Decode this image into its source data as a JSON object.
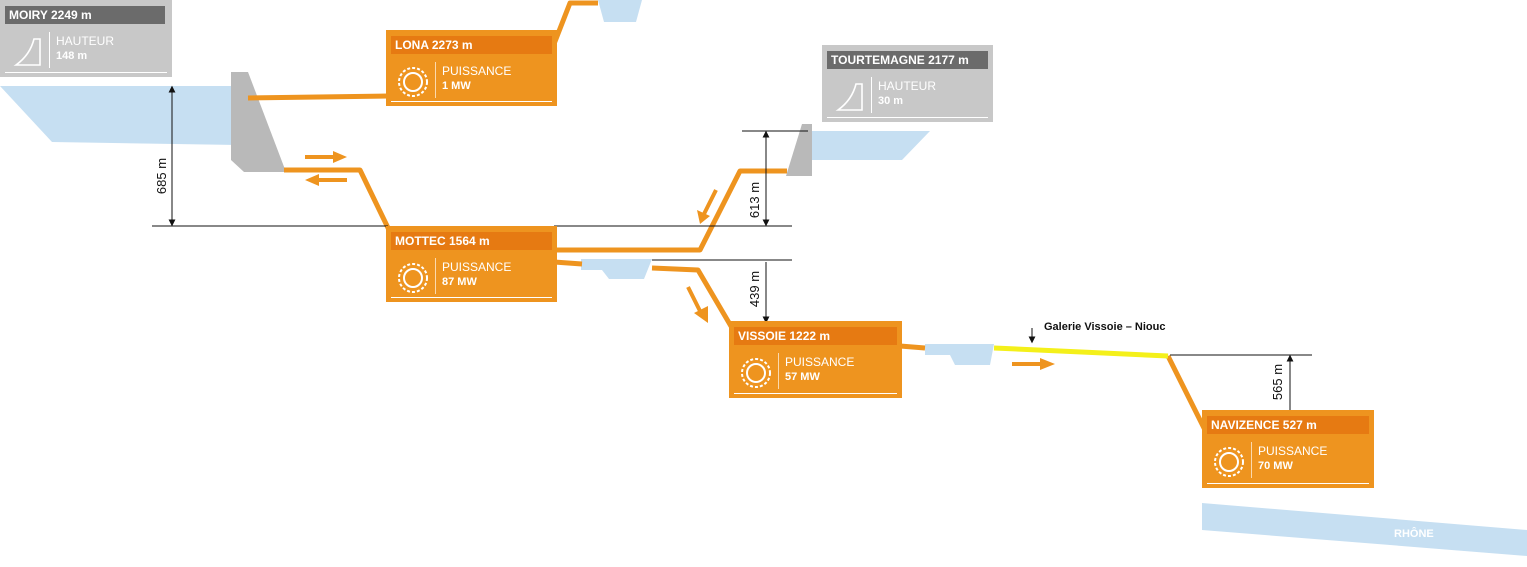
{
  "colors": {
    "pipe": "#ee941f",
    "water": "#c6dff2",
    "dam": "#b9b9b9",
    "gallery": "#f4f01a",
    "plant_card": "#ee941f",
    "plant_header": "#e67a12",
    "dam_card": "#c8c8c8",
    "dam_header": "#6b6b6b"
  },
  "dams": [
    {
      "id": "moiry",
      "title": "MOIRY 2249 m",
      "key": "HAUTEUR",
      "value": "148 m",
      "icon": "dam-icon"
    },
    {
      "id": "tourtemagne",
      "title": "TOURTEMAGNE 2177 m",
      "key": "HAUTEUR",
      "value": "30 m",
      "icon": "dam-icon"
    }
  ],
  "plants": [
    {
      "id": "lona",
      "title": "LONA 2273 m",
      "key": "PUISSANCE",
      "value": "1 MW",
      "icon": "turbine-icon"
    },
    {
      "id": "mottec",
      "title": "MOTTEC 1564 m",
      "key": "PUISSANCE",
      "value": "87 MW",
      "icon": "turbine-icon"
    },
    {
      "id": "vissoie",
      "title": "VISSOIE 1222 m",
      "key": "PUISSANCE",
      "value": "57 MW",
      "icon": "turbine-icon"
    },
    {
      "id": "navizence",
      "title": "NAVIZENCE 527 m",
      "key": "PUISSANCE",
      "value": "70 MW",
      "icon": "turbine-icon"
    }
  ],
  "heights": {
    "h1": "685 m",
    "h2": "613 m",
    "h3": "439 m",
    "h4": "565 m"
  },
  "gallery_label": "Galerie Vissoie – Niouc",
  "river_label": "RHÔNE"
}
